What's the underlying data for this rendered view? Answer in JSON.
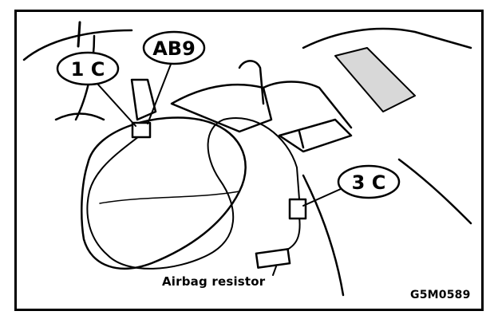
{
  "diagram": {
    "callouts": [
      {
        "id": "1c",
        "label": "1 C"
      },
      {
        "id": "ab9",
        "label": "AB9"
      },
      {
        "id": "3c",
        "label": "3 C"
      }
    ],
    "component_label": "Airbag resistor",
    "figure_code": "G5M0589"
  }
}
